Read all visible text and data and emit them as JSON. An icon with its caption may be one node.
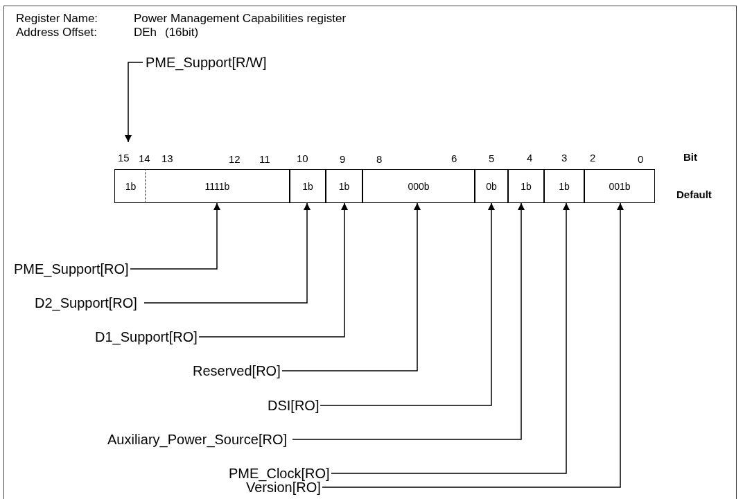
{
  "diagram": {
    "nodes": [
      {
        "text": [
          "PME_Support[R/W]"
        ]
      },
      {
        "text": [
          "1b"
        ]
      },
      {
        "text": [
          "1111b"
        ]
      },
      {
        "text": [
          "1b"
        ]
      },
      {
        "text": [
          "1b"
        ]
      },
      {
        "text": [
          "000b"
        ]
      },
      {
        "text": [
          "0b"
        ]
      },
      {
        "text": [
          "1b"
        ]
      },
      {
        "text": [
          "1b"
        ]
      },
      {
        "text": [
          "001b"
        ]
      },
      {
        "text": [
          "PME_Support[RO]"
        ]
      },
      {
        "text": [
          "D2_Support[RO]"
        ]
      },
      {
        "text": [
          "D1_Support[RO]"
        ]
      },
      {
        "text": [
          "Reserved[RO]"
        ]
      },
      {
        "text": [
          "DSI[RO]"
        ]
      },
      {
        "text": [
          "Auxiliary_Power_Source[RO]"
        ]
      },
      {
        "text": [
          "PME_Clock[RO]"
        ]
      },
      {
        "text": [
          "Version[RO]"
        ]
      }
    ],
    "edges": [
      {
        "from": 0,
        "to": 1,
        "arrow": "to"
      },
      {
        "from": 10,
        "to": 2,
        "arrow": "to"
      },
      {
        "from": 11,
        "to": 3,
        "arrow": "to"
      },
      {
        "from": 12,
        "to": 4,
        "arrow": "to"
      },
      {
        "from": 13,
        "to": 5,
        "arrow": "to"
      },
      {
        "from": 14,
        "to": 6,
        "arrow": "to"
      },
      {
        "from": 15,
        "to": 7,
        "arrow": "to"
      },
      {
        "from": 16,
        "to": 8,
        "arrow": "to"
      },
      {
        "from": 17,
        "to": 9,
        "arrow": "to"
      }
    ],
    "labels": [
      "Register Name:",
      "Power Management Capabilities register",
      "Address Offset:",
      "DEh",
      "(16bit)",
      "15",
      "14",
      "13",
      "12",
      "11",
      "10",
      "9",
      "8",
      "6",
      "5",
      "4",
      "3",
      "2",
      "0",
      "Bit",
      "Default"
    ]
  }
}
